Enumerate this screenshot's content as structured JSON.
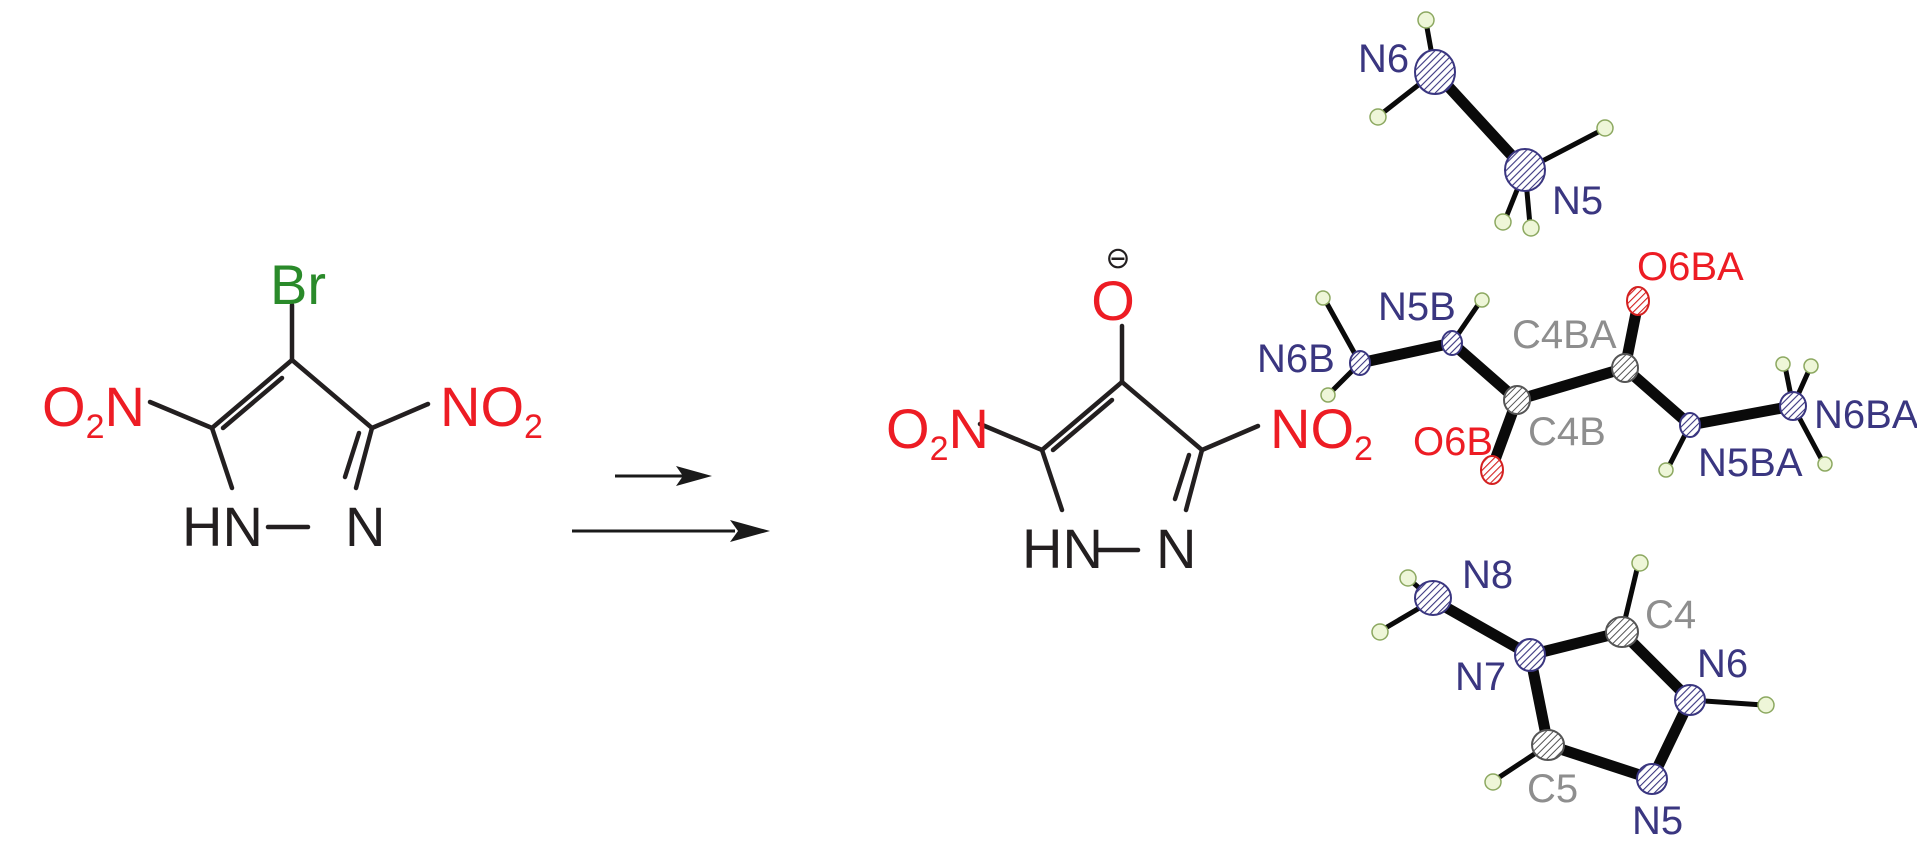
{
  "colors": {
    "text": "#231f20",
    "oxygen_red": "#ed1c24",
    "bromine_green": "#2a8a2a",
    "nitrogen_blue": "#3a3680",
    "carbon_grey": "#8e8e8e"
  },
  "reactant": {
    "substituent_top": "Br",
    "left_group": {
      "main": "O",
      "sub": "2",
      "tail": "N"
    },
    "right_group": {
      "main": "NO",
      "sub": "2"
    },
    "ring_nh": "HN",
    "ring_n": "N"
  },
  "product": {
    "charge": "⊖",
    "oxygen": "O",
    "left_group": {
      "main": "O",
      "sub": "2",
      "tail": "N"
    },
    "right_group": {
      "main": "NO",
      "sub": "2"
    },
    "ring_nh": "HN",
    "ring_n": "N"
  },
  "crystal_labels": {
    "hydrazine": [
      "N6",
      "N5"
    ],
    "oxalohydrazide": [
      "N6B",
      "N5B",
      "C4BA",
      "O6BA",
      "O6B",
      "C4B",
      "N5BA",
      "N6BA"
    ],
    "triazole": [
      "N8",
      "C4",
      "N7",
      "N6",
      "C5",
      "N5"
    ]
  }
}
